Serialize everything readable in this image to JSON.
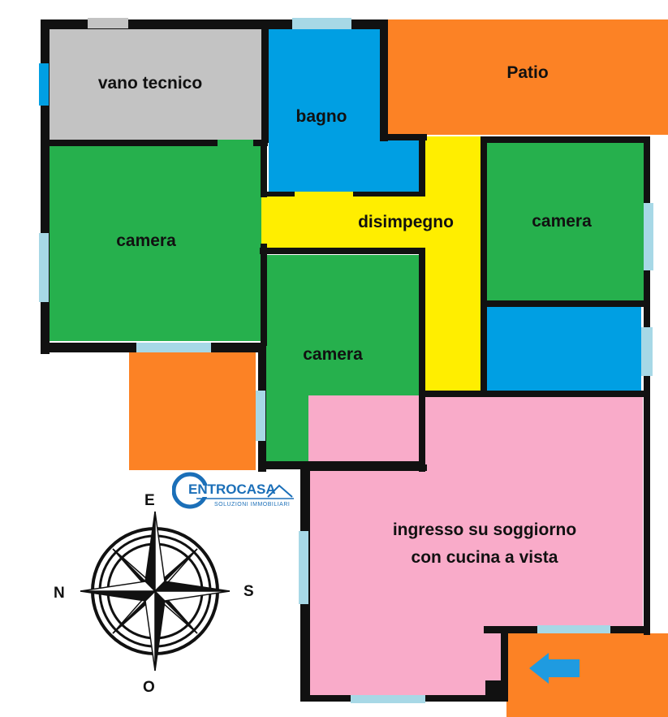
{
  "rooms": {
    "vano_tecnico": "vano tecnico",
    "bagno": "bagno",
    "patio": "Patio",
    "disimpegno": "disimpegno",
    "camera_left": "camera",
    "camera_center": "camera",
    "camera_right": "camera",
    "living_line1": "ingresso su soggiorno",
    "living_line2": "con cucina a vista"
  },
  "compass": {
    "north": "N",
    "east": "E",
    "south": "S",
    "west": "O"
  },
  "logo": {
    "brand_c": "C",
    "brand_rest": "ENTRO",
    "brand_casa": "CASA",
    "tagline": "SOLUZIONI IMMOBILIARI"
  },
  "colors": {
    "green": "#26b04d",
    "blue": "#009fe3",
    "gray": "#c3c3c3",
    "orange": "#fc8225",
    "yellow": "#ffee00",
    "pink": "#f9abc9",
    "window": "#a7d8e6",
    "wall": "#111111"
  },
  "entrance_arrow_icon": "arrow-left-icon"
}
